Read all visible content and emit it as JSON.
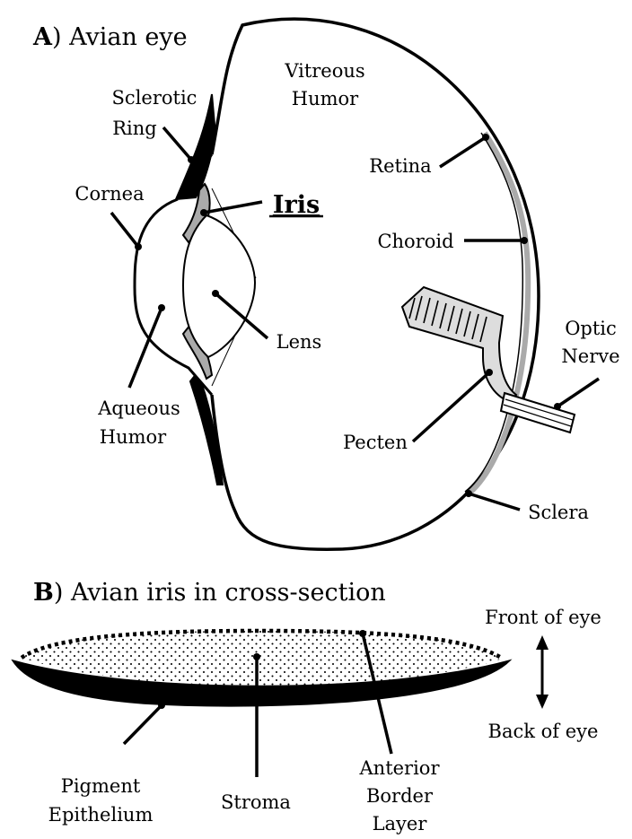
{
  "panel_a": {
    "letter": "A",
    "title": ") Avian eye",
    "labels": {
      "vitreous_1": "Vitreous",
      "vitreous_2": "Humor",
      "sclerotic_1": "Sclerotic",
      "sclerotic_2": "Ring",
      "cornea": "Cornea",
      "iris": "Iris",
      "retina": "Retina",
      "choroid": "Choroid",
      "lens": "Lens",
      "optic_1": "Optic",
      "optic_2": "Nerve",
      "aqueous_1": "Aqueous",
      "aqueous_2": "Humor",
      "pecten": "Pecten",
      "sclera": "Sclera"
    }
  },
  "panel_b": {
    "letter": "B",
    "title": ") Avian iris in cross-section",
    "labels": {
      "front": "Front of eye",
      "back": "Back of eye",
      "pigment_1": "Pigment",
      "pigment_2": "Epithelium",
      "stroma": "Stroma",
      "anterior_1": "Anterior",
      "anterior_2": "Border",
      "anterior_3": "Layer"
    }
  },
  "colors": {
    "line": "#000000",
    "tissue_gray": "#aaaaaa",
    "pecten_fill": "#dddddd",
    "background": "#ffffff"
  }
}
